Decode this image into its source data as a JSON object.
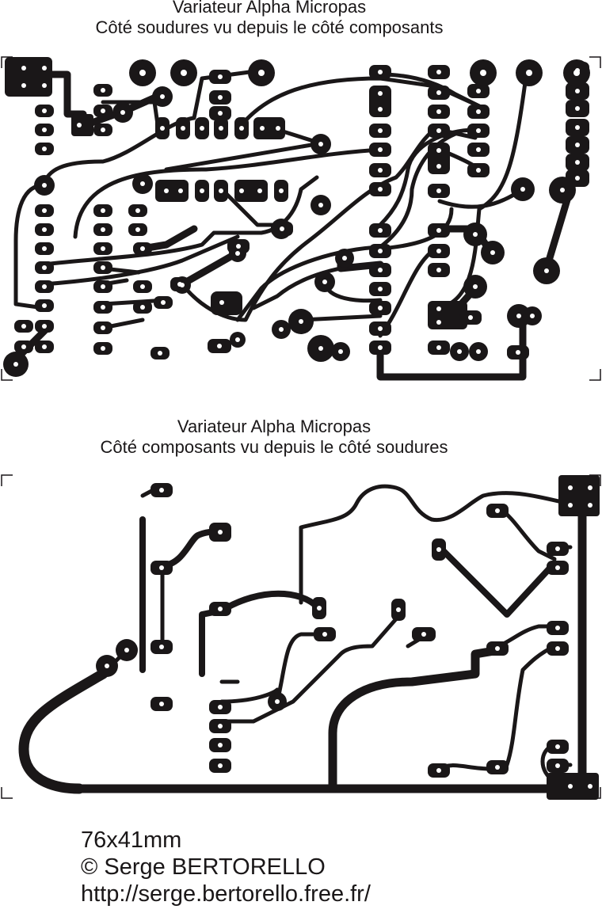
{
  "top_board": {
    "title_line1": "Variateur Alpha Micropas",
    "title_line2": "Côté soudures vu depuis le côté composants"
  },
  "bottom_board": {
    "title_line1": "Variateur Alpha Micropas",
    "title_line2": "Côté composants vu depuis le côté soudures"
  },
  "footer": {
    "dimensions": "76x41mm",
    "copyright": "© Serge BERTORELLO",
    "url": "http://serge.bertorello.free.fr/"
  }
}
